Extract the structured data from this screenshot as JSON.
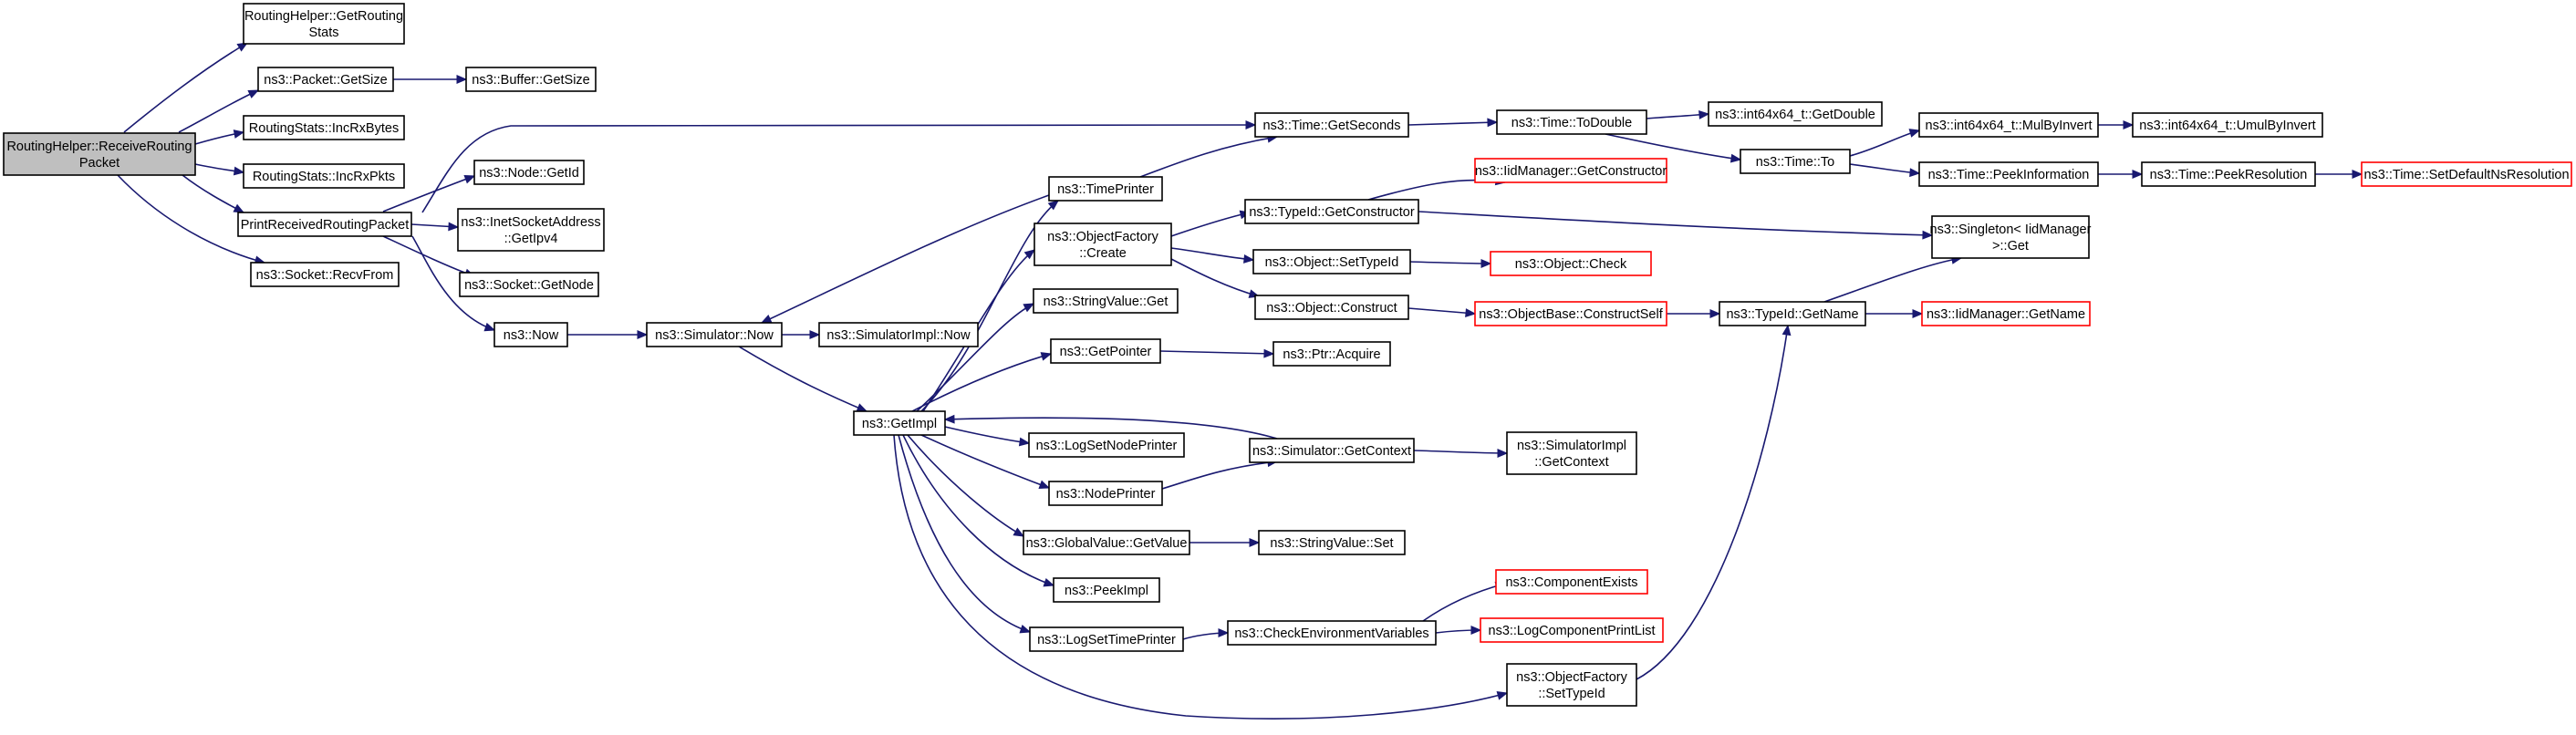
{
  "diagram": {
    "colors": {
      "edge": "#191970",
      "root_fill": "#bfbfbf",
      "node_border": "#000000",
      "external_border": "#ff0000",
      "node_fill": "#ffffff"
    },
    "nodes": [
      {
        "id": "root",
        "lines": [
          "RoutingHelper::ReceiveRouting",
          "Packet"
        ],
        "kind": "root"
      },
      {
        "id": "rh_getstats",
        "lines": [
          "RoutingHelper::GetRouting",
          "Stats"
        ],
        "kind": "normal"
      },
      {
        "id": "pkt_getsize",
        "lines": [
          "ns3::Packet::GetSize"
        ],
        "kind": "normal"
      },
      {
        "id": "buf_getsize",
        "lines": [
          "ns3::Buffer::GetSize"
        ],
        "kind": "normal"
      },
      {
        "id": "incrxbytes",
        "lines": [
          "RoutingStats::IncRxBytes"
        ],
        "kind": "normal"
      },
      {
        "id": "incrxpkts",
        "lines": [
          "RoutingStats::IncRxPkts"
        ],
        "kind": "normal"
      },
      {
        "id": "printrecv",
        "lines": [
          "PrintReceivedRoutingPacket"
        ],
        "kind": "normal"
      },
      {
        "id": "recvfrom",
        "lines": [
          "ns3::Socket::RecvFrom"
        ],
        "kind": "normal"
      },
      {
        "id": "node_getid",
        "lines": [
          "ns3::Node::GetId"
        ],
        "kind": "normal"
      },
      {
        "id": "inet_getipv4",
        "lines": [
          "ns3::InetSocketAddress",
          "::GetIpv4"
        ],
        "kind": "normal"
      },
      {
        "id": "sock_getnode",
        "lines": [
          "ns3::Socket::GetNode"
        ],
        "kind": "normal"
      },
      {
        "id": "ns3now",
        "lines": [
          "ns3::Now"
        ],
        "kind": "normal"
      },
      {
        "id": "sim_now",
        "lines": [
          "ns3::Simulator::Now"
        ],
        "kind": "normal"
      },
      {
        "id": "simimpl_now",
        "lines": [
          "ns3::SimulatorImpl::Now"
        ],
        "kind": "normal"
      },
      {
        "id": "getimpl",
        "lines": [
          "ns3::GetImpl"
        ],
        "kind": "normal"
      },
      {
        "id": "timeprinter",
        "lines": [
          "ns3::TimePrinter"
        ],
        "kind": "normal"
      },
      {
        "id": "of_create",
        "lines": [
          "ns3::ObjectFactory",
          "::Create"
        ],
        "kind": "normal"
      },
      {
        "id": "sv_get",
        "lines": [
          "ns3::StringValue::Get"
        ],
        "kind": "normal"
      },
      {
        "id": "getpointer",
        "lines": [
          "ns3::GetPointer"
        ],
        "kind": "normal"
      },
      {
        "id": "logsetnodeprinter",
        "lines": [
          "ns3::LogSetNodePrinter"
        ],
        "kind": "normal"
      },
      {
        "id": "nodeprinter",
        "lines": [
          "ns3::NodePrinter"
        ],
        "kind": "normal"
      },
      {
        "id": "gv_getvalue",
        "lines": [
          "ns3::GlobalValue::GetValue"
        ],
        "kind": "normal"
      },
      {
        "id": "peekimpl",
        "lines": [
          "ns3::PeekImpl"
        ],
        "kind": "normal"
      },
      {
        "id": "logsettimeprinter",
        "lines": [
          "ns3::LogSetTimePrinter"
        ],
        "kind": "normal"
      },
      {
        "id": "time_getseconds",
        "lines": [
          "ns3::Time::GetSeconds"
        ],
        "kind": "normal"
      },
      {
        "id": "typeid_getctor",
        "lines": [
          "ns3::TypeId::GetConstructor"
        ],
        "kind": "normal"
      },
      {
        "id": "obj_settypeid",
        "lines": [
          "ns3::Object::SetTypeId"
        ],
        "kind": "normal"
      },
      {
        "id": "obj_construct",
        "lines": [
          "ns3::Object::Construct"
        ],
        "kind": "normal"
      },
      {
        "id": "ptr_acquire",
        "lines": [
          "ns3::Ptr::Acquire"
        ],
        "kind": "normal"
      },
      {
        "id": "sim_getcontext",
        "lines": [
          "ns3::Simulator::GetContext"
        ],
        "kind": "normal"
      },
      {
        "id": "sv_set",
        "lines": [
          "ns3::StringValue::Set"
        ],
        "kind": "normal"
      },
      {
        "id": "checkenv",
        "lines": [
          "ns3::CheckEnvironmentVariables"
        ],
        "kind": "normal"
      },
      {
        "id": "iid_getctor",
        "lines": [
          "ns3::IidManager::GetConstructor"
        ],
        "kind": "external"
      },
      {
        "id": "obj_check",
        "lines": [
          "ns3::Object::Check"
        ],
        "kind": "external"
      },
      {
        "id": "ob_constructself",
        "lines": [
          "ns3::ObjectBase::ConstructSelf"
        ],
        "kind": "external"
      },
      {
        "id": "simimpl_getcontext",
        "lines": [
          "ns3::SimulatorImpl",
          "::GetContext"
        ],
        "kind": "normal"
      },
      {
        "id": "componentexists",
        "lines": [
          "ns3::ComponentExists"
        ],
        "kind": "external"
      },
      {
        "id": "logcomponentprintlist",
        "lines": [
          "ns3::LogComponentPrintList"
        ],
        "kind": "external"
      },
      {
        "id": "of_settypeid",
        "lines": [
          "ns3::ObjectFactory",
          "::SetTypeId"
        ],
        "kind": "normal"
      },
      {
        "id": "time_todouble",
        "lines": [
          "ns3::Time::ToDouble"
        ],
        "kind": "normal"
      },
      {
        "id": "int64_getdouble",
        "lines": [
          "ns3::int64x64_t::GetDouble"
        ],
        "kind": "normal"
      },
      {
        "id": "time_to",
        "lines": [
          "ns3::Time::To"
        ],
        "kind": "normal"
      },
      {
        "id": "typeid_getname",
        "lines": [
          "ns3::TypeId::GetName"
        ],
        "kind": "normal"
      },
      {
        "id": "int64_mulbyinvert",
        "lines": [
          "ns3::int64x64_t::MulByInvert"
        ],
        "kind": "normal"
      },
      {
        "id": "int64_umulbyinvert",
        "lines": [
          "ns3::int64x64_t::UmulByInvert"
        ],
        "kind": "normal"
      },
      {
        "id": "time_peekinfo",
        "lines": [
          "ns3::Time::PeekInformation"
        ],
        "kind": "normal"
      },
      {
        "id": "time_peekres",
        "lines": [
          "ns3::Time::PeekResolution"
        ],
        "kind": "normal"
      },
      {
        "id": "time_setdefaultres",
        "lines": [
          "ns3::Time::SetDefaultNsResolution"
        ],
        "kind": "external"
      },
      {
        "id": "singleton_get",
        "lines": [
          "ns3::Singleton< IidManager",
          ">::Get"
        ],
        "kind": "normal"
      },
      {
        "id": "iid_getname",
        "lines": [
          "ns3::IidManager::GetName"
        ],
        "kind": "external"
      }
    ]
  }
}
